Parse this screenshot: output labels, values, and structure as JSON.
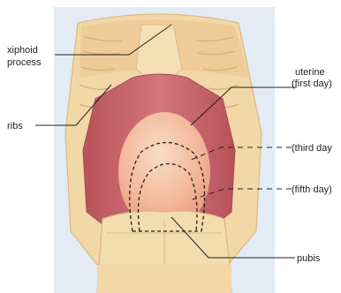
{
  "labels": {
    "xiphoid_line1": "xiphoid",
    "xiphoid_line2": "process",
    "ribs": "ribs",
    "uterine_line1": "uterine",
    "uterine_line2": "(first day)",
    "third_day": "(third day",
    "fifth_day": "(fifth day)",
    "pubis": "pubis"
  },
  "colors": {
    "panel_background": "#e3ecf5",
    "torso_skin": "#f2d8a6",
    "torso_shadow": "#dcbc86",
    "cavity": "#c9646a",
    "uterus": "#f3b89a",
    "leader_line": "#231f20"
  }
}
